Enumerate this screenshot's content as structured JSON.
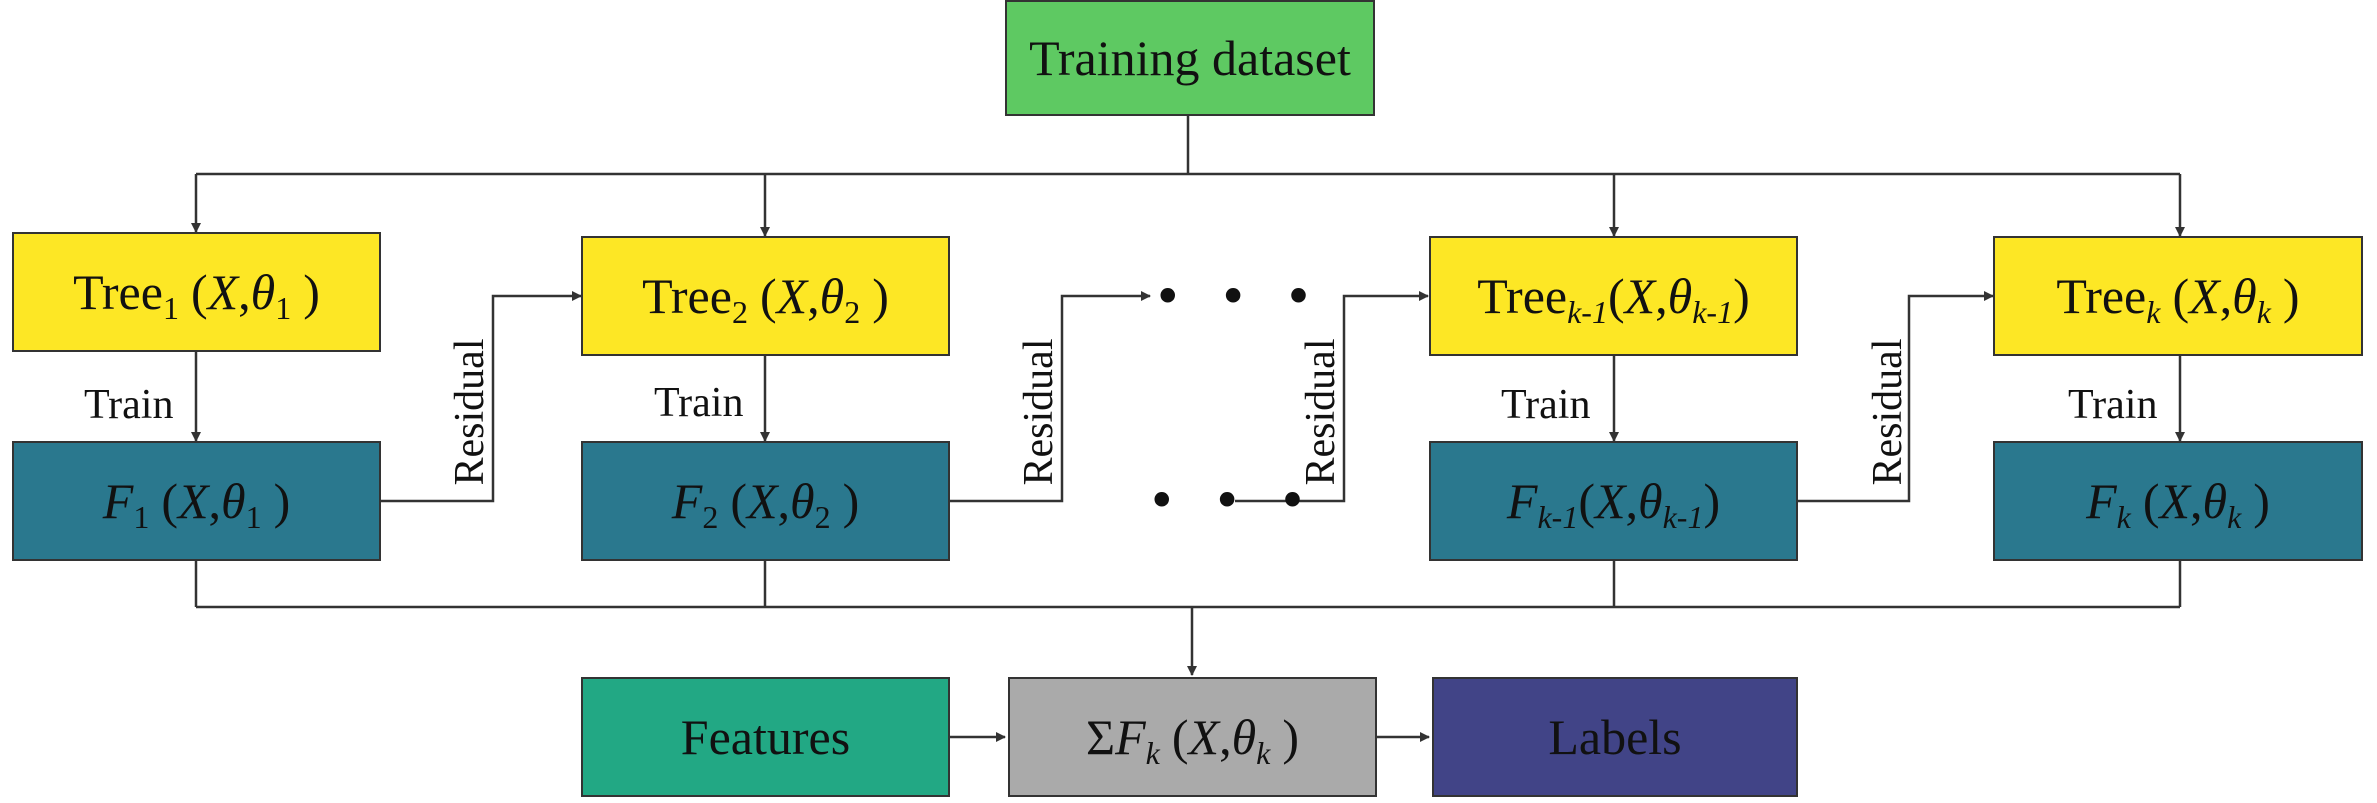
{
  "dataset": {
    "label": "Training dataset"
  },
  "trees": [
    {
      "word": "Tree",
      "sub": "1",
      "args_open": "(",
      "x": "X",
      "comma": ",",
      "theta": "θ",
      "theta_sub": "1",
      "args_close": ")"
    },
    {
      "word": "Tree",
      "sub": "2",
      "args_open": "(",
      "x": "X",
      "comma": ",",
      "theta": "θ",
      "theta_sub": "2",
      "args_close": ")"
    },
    {
      "word": "Tree",
      "sub": "k-1",
      "args_open": "(",
      "x": "X",
      "comma": ",",
      "theta": "θ",
      "theta_sub": "k-1",
      "args_close": ")"
    },
    {
      "word": "Tree",
      "sub": "k",
      "args_open": "(",
      "x": "X",
      "comma": ",",
      "theta": "θ",
      "theta_sub": "k",
      "args_close": ")"
    }
  ],
  "models": [
    {
      "f": "F",
      "sub": "1",
      "args_open": "(",
      "x": "X",
      "comma": ",",
      "theta": "θ",
      "theta_sub": "1",
      "args_close": ")"
    },
    {
      "f": "F",
      "sub": "2",
      "args_open": "(",
      "x": "X",
      "comma": ",",
      "theta": "θ",
      "theta_sub": "2",
      "args_close": ")"
    },
    {
      "f": "F",
      "sub": "k-1",
      "args_open": "(",
      "x": "X",
      "comma": ",",
      "theta": "θ",
      "theta_sub": "k-1",
      "args_close": ")"
    },
    {
      "f": "F",
      "sub": "k",
      "args_open": "(",
      "x": "X",
      "comma": ",",
      "theta": "θ",
      "theta_sub": "k",
      "args_close": ")"
    }
  ],
  "labels": {
    "train": "Train",
    "residual": "Residual",
    "ellipsis": "• • •"
  },
  "bottom": {
    "features": "Features",
    "sum": {
      "sigma": "Σ",
      "f": "F",
      "sub": "k",
      "args_open": "(",
      "x": "X",
      "comma": ",",
      "theta": "θ",
      "theta_sub": "k",
      "args_close": ")"
    },
    "labels": "Labels"
  }
}
